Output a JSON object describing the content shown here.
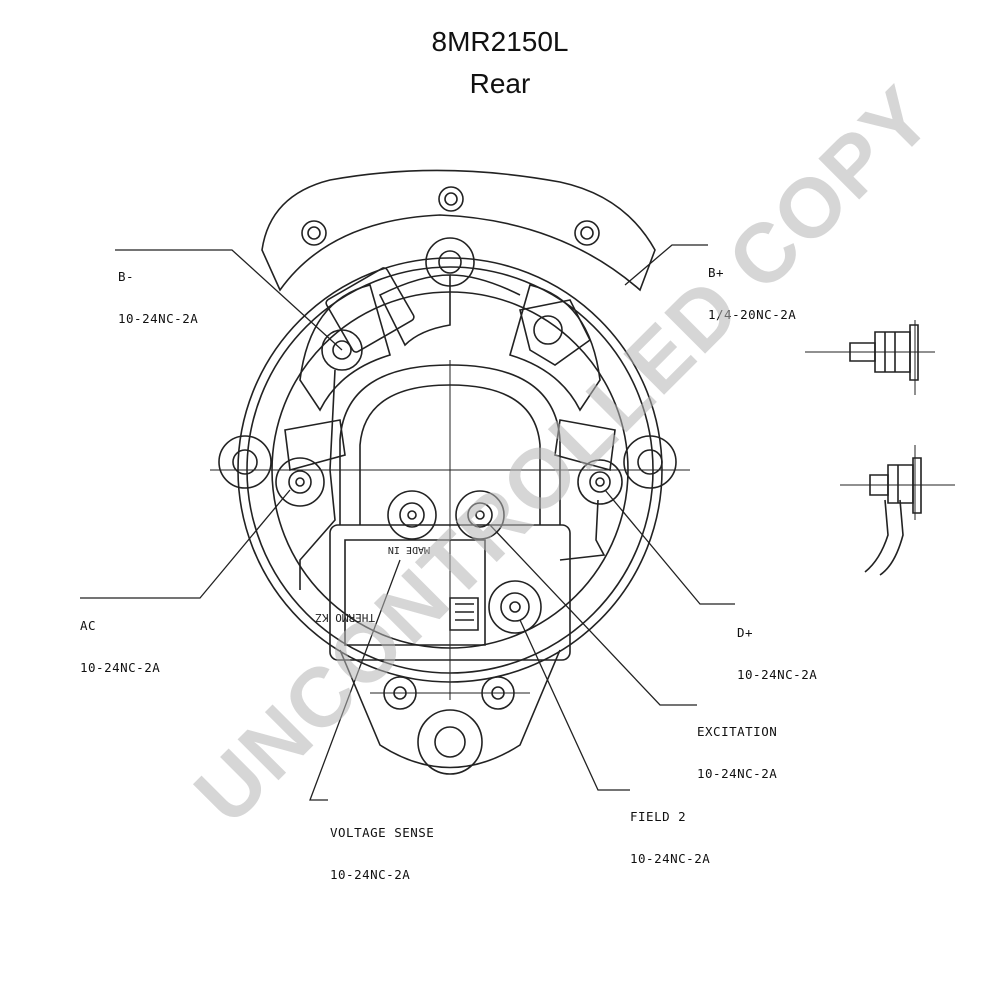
{
  "title": {
    "line1": "8MR2150L",
    "line2": "Rear"
  },
  "labels": {
    "b_minus": {
      "name": "B-",
      "spec": "10-24NC-2A"
    },
    "b_plus": {
      "name": "B+",
      "spec": "1/4-20NC-2A"
    },
    "ac": {
      "name": "AC",
      "spec": "10-24NC-2A"
    },
    "d_plus": {
      "name": "D+",
      "spec": "10-24NC-2A"
    },
    "excitation": {
      "name": "EXCITATION",
      "spec": "10-24NC-2A"
    },
    "field2": {
      "name": "FIELD 2",
      "spec": "10-24NC-2A"
    },
    "voltage_sense": {
      "name": "VOLTAGE SENSE",
      "spec": "10-24NC-2A"
    }
  },
  "plate_text": {
    "brand": "THERMO KZ",
    "made": "MADE IN"
  },
  "watermark": "UNCONTROLLED COPY",
  "colors": {
    "line": "#222222",
    "watermark": "#b4b4b4"
  }
}
